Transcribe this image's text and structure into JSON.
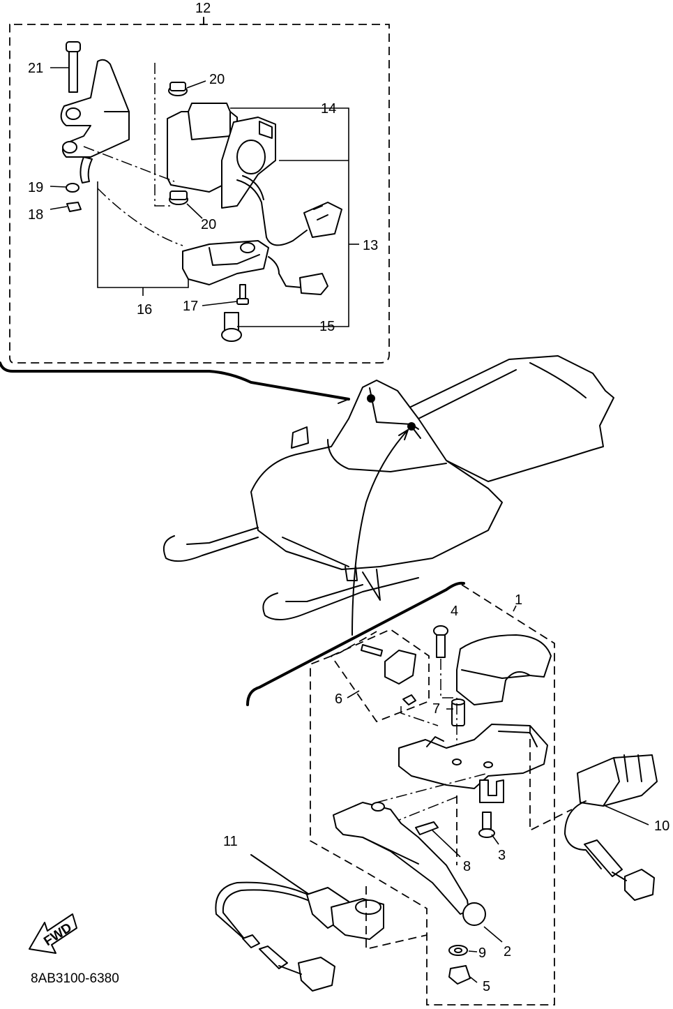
{
  "diagram_code": "8AB3100-6380",
  "direction_arrow": "FWD",
  "callouts": {
    "c1": "1",
    "c2": "2",
    "c3": "3",
    "c4": "4",
    "c5": "5",
    "c6": "6",
    "c7": "7",
    "c8": "8",
    "c9": "9",
    "c10": "10",
    "c11": "11",
    "c12": "12",
    "c13": "13",
    "c14": "14",
    "c15": "15",
    "c16": "16",
    "c17": "17",
    "c18": "18",
    "c19": "19",
    "c20a": "20",
    "c20b": "20",
    "c21": "21"
  }
}
